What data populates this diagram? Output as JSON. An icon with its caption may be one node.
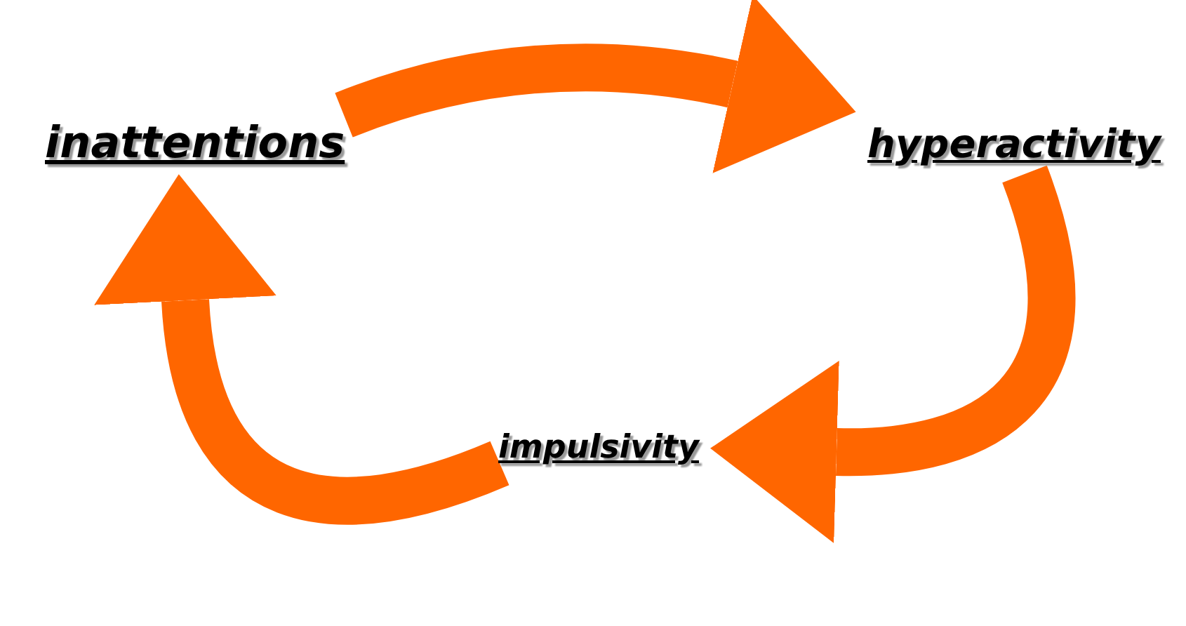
{
  "diagram": {
    "nodes": [
      {
        "text": [
          "inattentions"
        ]
      },
      {
        "text": [
          "hyperactivity"
        ]
      },
      {
        "text": [
          "impulsivity"
        ]
      }
    ],
    "edges": [
      {
        "from": 0,
        "to": 1,
        "arrow": "to"
      },
      {
        "from": 1,
        "to": 2,
        "arrow": "to"
      },
      {
        "from": 2,
        "to": 0,
        "arrow": "to"
      }
    ]
  }
}
